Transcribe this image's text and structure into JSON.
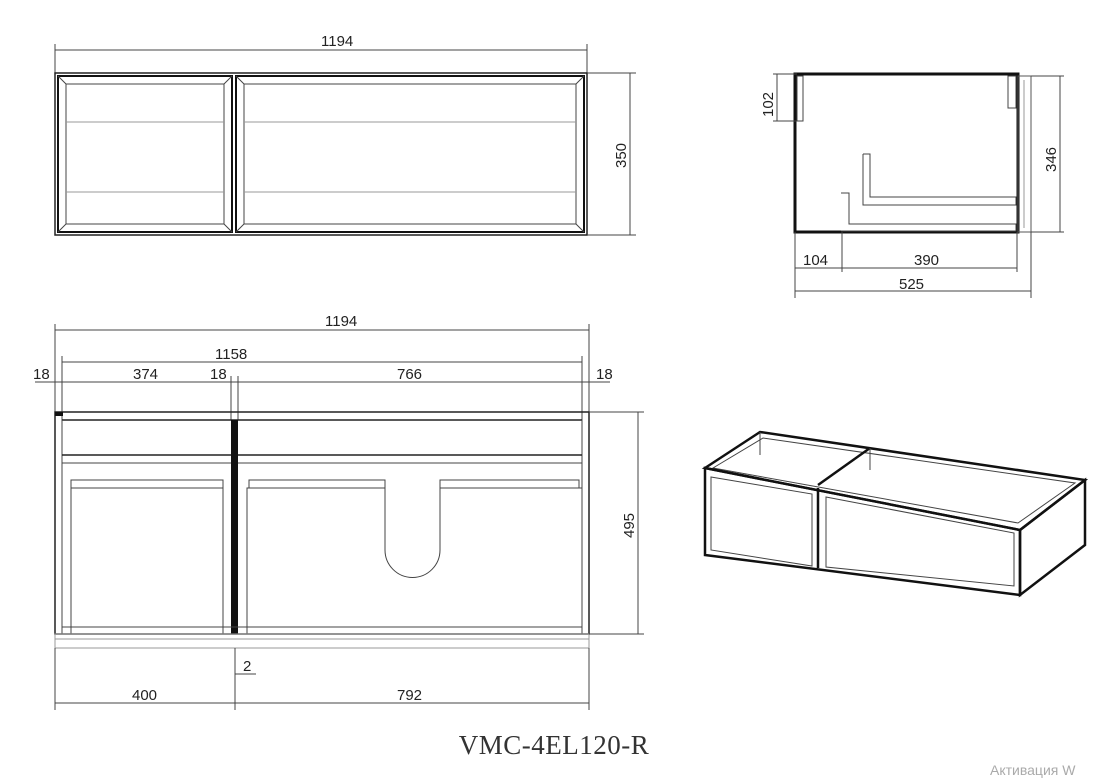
{
  "title": "VMC-4EL120-R",
  "watermark": "Активация W",
  "top_view": {
    "width": "1194",
    "height": "350"
  },
  "side_view": {
    "top_offset": "102",
    "height": "346",
    "front_offset": "104",
    "drawer_depth": "390",
    "depth": "525"
  },
  "front_view": {
    "overall_width": "1194",
    "inner_width": "1158",
    "left_side": "18",
    "left_compartment": "374",
    "divider": "18",
    "right_compartment": "766",
    "right_side": "18",
    "height": "495",
    "gap": "2",
    "left_drawer": "400",
    "right_drawer": "792"
  }
}
